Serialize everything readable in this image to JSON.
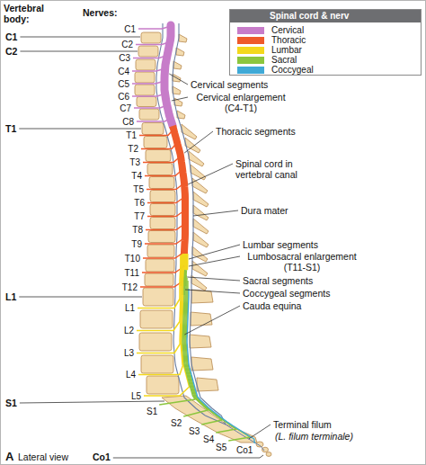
{
  "diagram": {
    "caption": "Lateral view",
    "labels": [
      "Vertebral body:",
      "Nerves:",
      "Spinal cord & nerv",
      "C1",
      "C2",
      "T1",
      "L1",
      "S1",
      "Co1",
      "C1",
      "C2",
      "C3",
      "C4",
      "C5",
      "C6",
      "C7",
      "C8",
      "T1",
      "T2",
      "T3",
      "T4",
      "T5",
      "T6",
      "T7",
      "T8",
      "T9",
      "T10",
      "T11",
      "T12",
      "L1",
      "L2",
      "L3",
      "L4",
      "L5",
      "S1",
      "S2",
      "S3",
      "S4",
      "S5",
      "Co1",
      "Cervical segments",
      "Cervical enlargement (C4-T1)",
      "Thoracic segments",
      "Spinal cord in vertebral canal",
      "Dura mater",
      "Lumbar segments",
      "Lumbosacral enlargement (T11-S1)",
      "Sacral segments",
      "Coccygeal segments",
      "Cauda equina",
      "Terminal filum",
      "(L. filum terminale)",
      "A"
    ],
    "legend": [
      {
        "text": "Cervical",
        "color": "#c77cc9"
      },
      {
        "text": "Thoracic",
        "color": "#ef5a2a"
      },
      {
        "text": "Lumbar",
        "color": "#f3d81c"
      },
      {
        "text": "Sacral",
        "color": "#8cc63e"
      },
      {
        "text": "Coccygeal",
        "color": "#3fa9d6"
      }
    ]
  }
}
